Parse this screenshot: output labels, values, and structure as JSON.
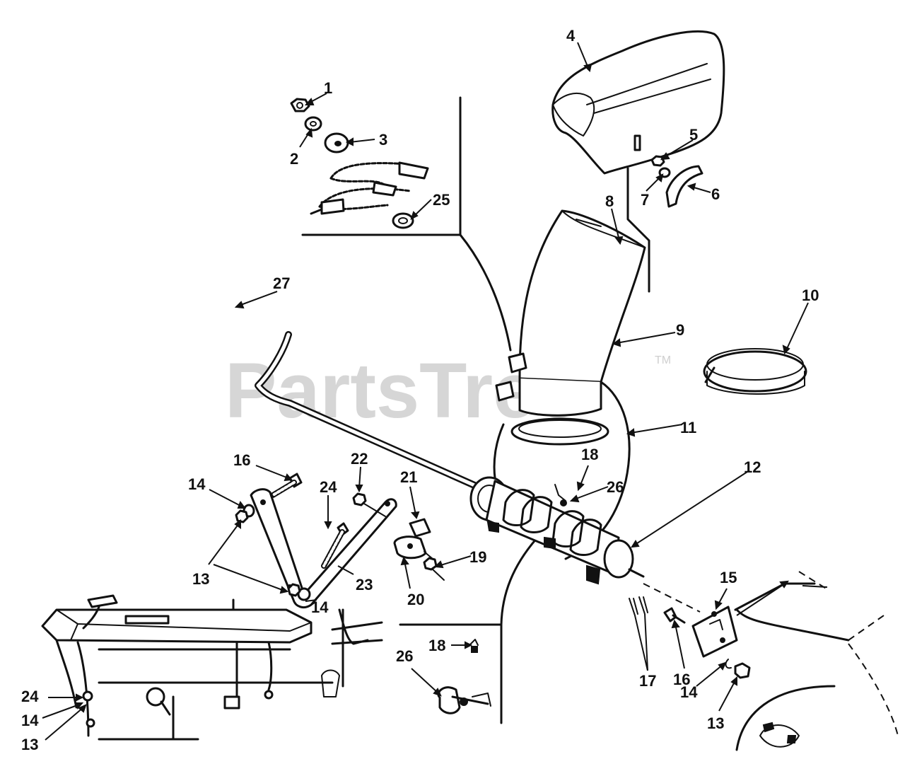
{
  "watermark": {
    "text": "PartsTree",
    "tm": "TM"
  },
  "callouts": [
    {
      "id": "c1",
      "text": "1"
    },
    {
      "id": "c2",
      "text": "2"
    },
    {
      "id": "c3",
      "text": "3"
    },
    {
      "id": "c4",
      "text": "4"
    },
    {
      "id": "c5",
      "text": "5"
    },
    {
      "id": "c6",
      "text": "6"
    },
    {
      "id": "c7",
      "text": "7"
    },
    {
      "id": "c8",
      "text": "8"
    },
    {
      "id": "c9",
      "text": "9"
    },
    {
      "id": "c10",
      "text": "10"
    },
    {
      "id": "c11",
      "text": "11"
    },
    {
      "id": "c12",
      "text": "12"
    },
    {
      "id": "c13a",
      "text": "13"
    },
    {
      "id": "c13b",
      "text": "13"
    },
    {
      "id": "c13c",
      "text": "13"
    },
    {
      "id": "c14a",
      "text": "14"
    },
    {
      "id": "c14b",
      "text": "14"
    },
    {
      "id": "c14c",
      "text": "14"
    },
    {
      "id": "c14d",
      "text": "14"
    },
    {
      "id": "c15",
      "text": "15"
    },
    {
      "id": "c16a",
      "text": "16"
    },
    {
      "id": "c16b",
      "text": "16"
    },
    {
      "id": "c17",
      "text": "17"
    },
    {
      "id": "c18a",
      "text": "18"
    },
    {
      "id": "c18b",
      "text": "18"
    },
    {
      "id": "c19",
      "text": "19"
    },
    {
      "id": "c20",
      "text": "20"
    },
    {
      "id": "c21",
      "text": "21"
    },
    {
      "id": "c22",
      "text": "22"
    },
    {
      "id": "c23",
      "text": "23"
    },
    {
      "id": "c24a",
      "text": "24"
    },
    {
      "id": "c24b",
      "text": "24"
    },
    {
      "id": "c25",
      "text": "25"
    },
    {
      "id": "c26a",
      "text": "26"
    },
    {
      "id": "c26b",
      "text": "26"
    },
    {
      "id": "c27",
      "text": "27"
    }
  ]
}
